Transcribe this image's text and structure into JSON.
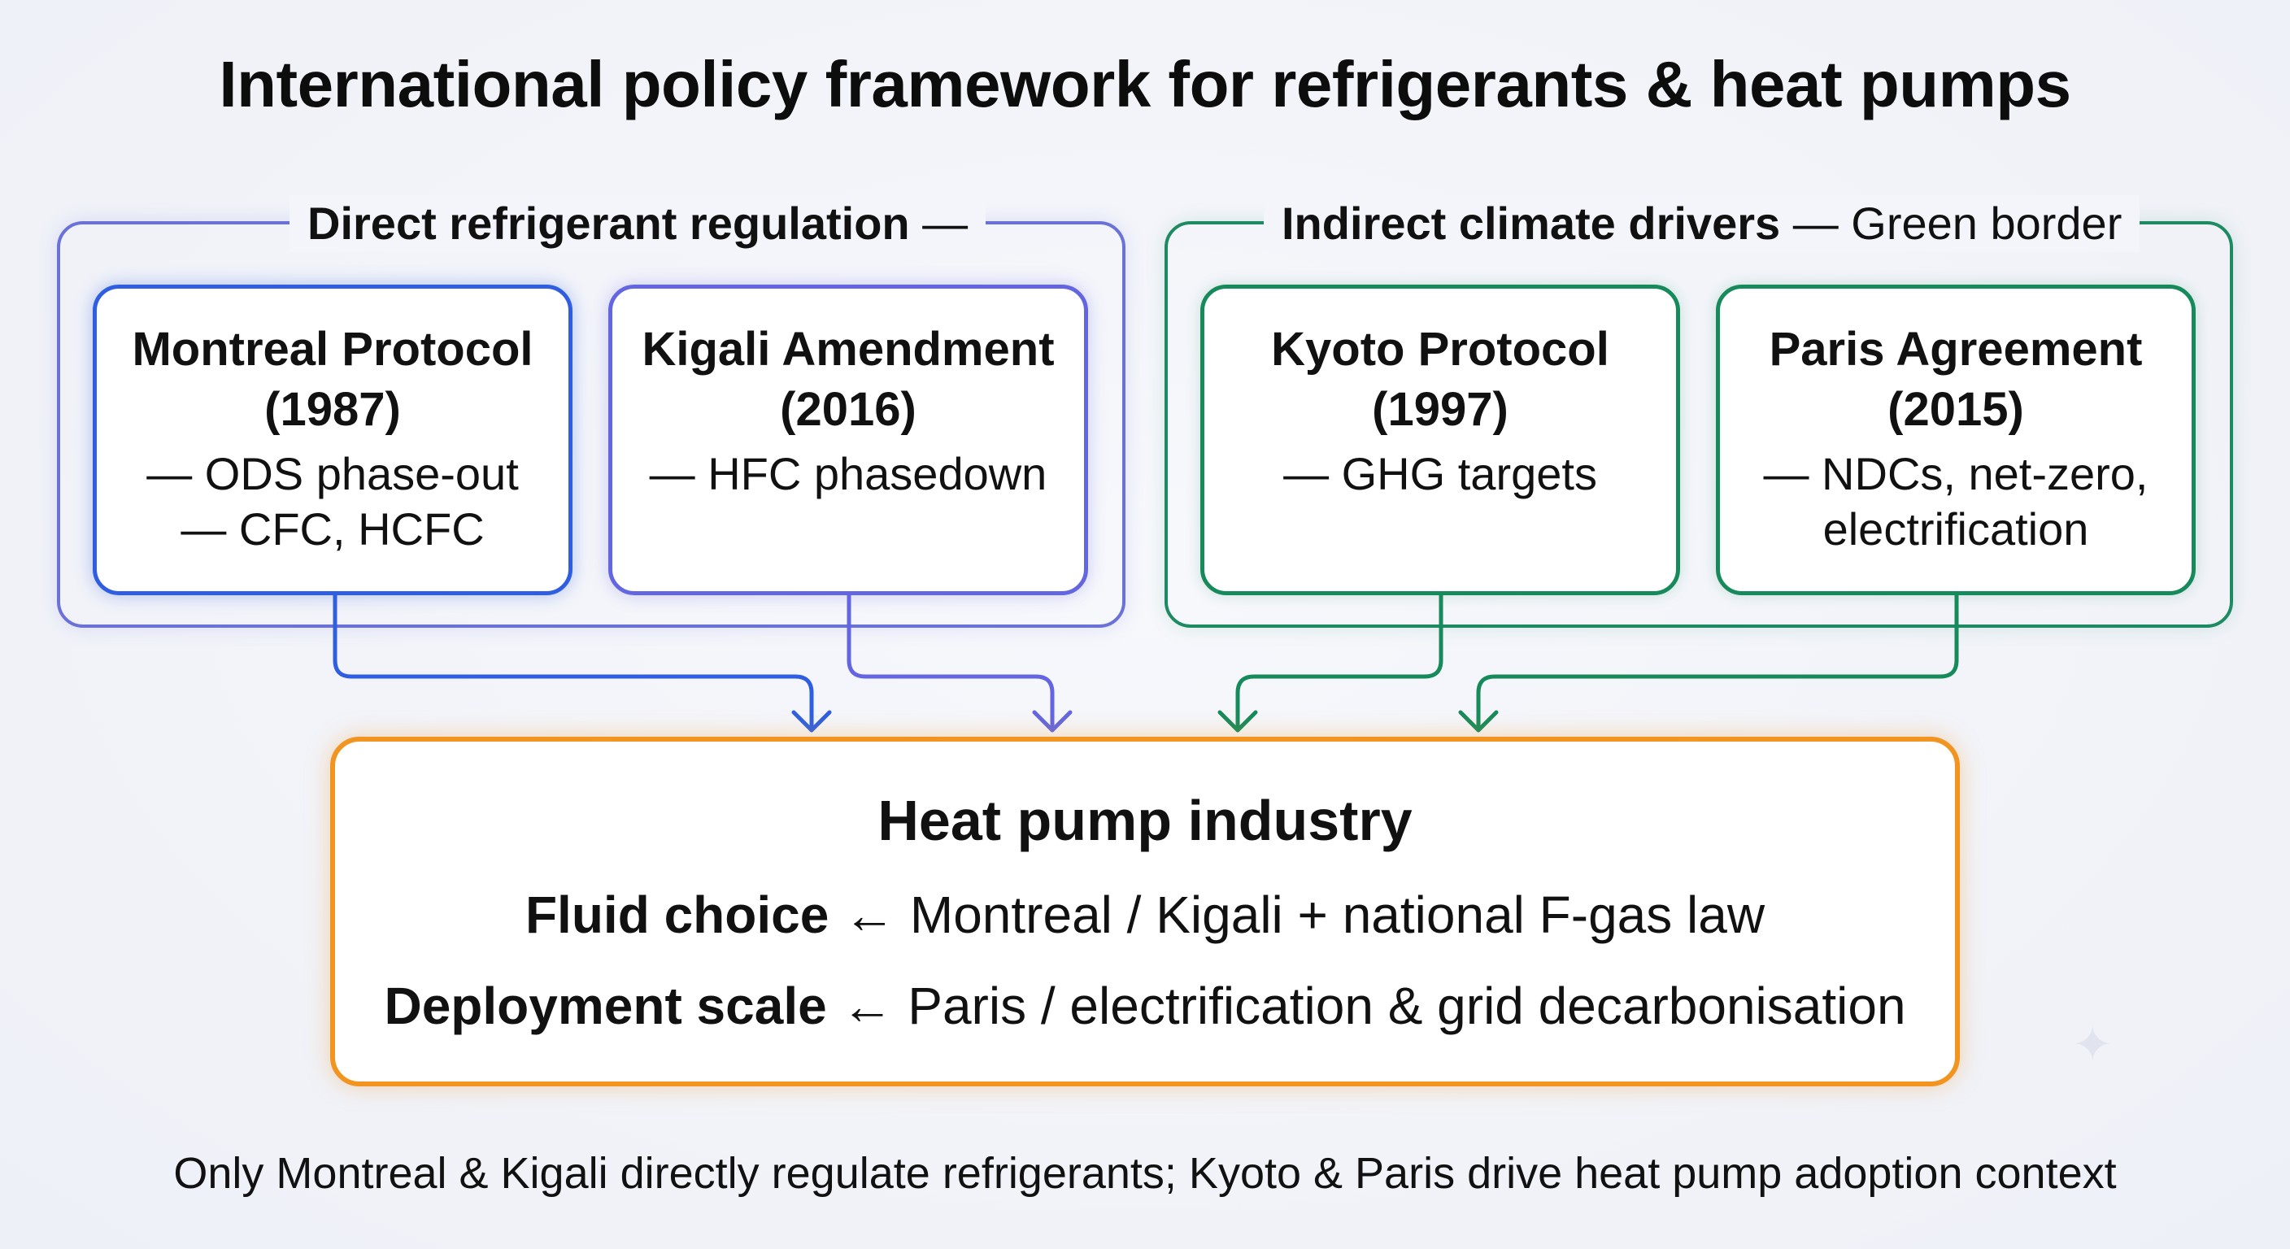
{
  "title": "International policy framework for refrigerants & heat pumps",
  "groups": {
    "direct": {
      "label_strong": "Direct refrigerant regulation",
      "label_rest": " —",
      "color": "#6a72d8"
    },
    "indirect": {
      "label_strong": "Indirect climate drivers",
      "label_rest": " — Green border",
      "color": "#1e8a62"
    }
  },
  "cards": {
    "montreal": {
      "name_1": "Montreal Protocol",
      "name_2": "(1987)",
      "desc_1": "— ODS phase-out",
      "desc_2": "— CFC, HCFC"
    },
    "kigali": {
      "name_1": "Kigali Amendment",
      "name_2": "(2016)",
      "desc_1": "— HFC phasedown"
    },
    "kyoto": {
      "name_1": "Kyoto Protocol",
      "name_2": "(1997)",
      "desc_1": "— GHG targets"
    },
    "paris": {
      "name_1": "Paris Agreement",
      "name_2": "(2015)",
      "desc_1": "— NDCs, net-zero,",
      "desc_2": "electrification"
    }
  },
  "industry": {
    "title": "Heat pump industry",
    "line1_label": "Fluid choice",
    "line1_rest": " ← Montreal / Kigali + national F-gas law",
    "line2_label": "Deployment scale",
    "line2_rest": " ← Paris / electrification & grid decarbonisation",
    "color": "#f29420"
  },
  "footer": "Only Montreal & Kigali directly regulate refrigerants; Kyoto & Paris drive heat pump adoption context"
}
